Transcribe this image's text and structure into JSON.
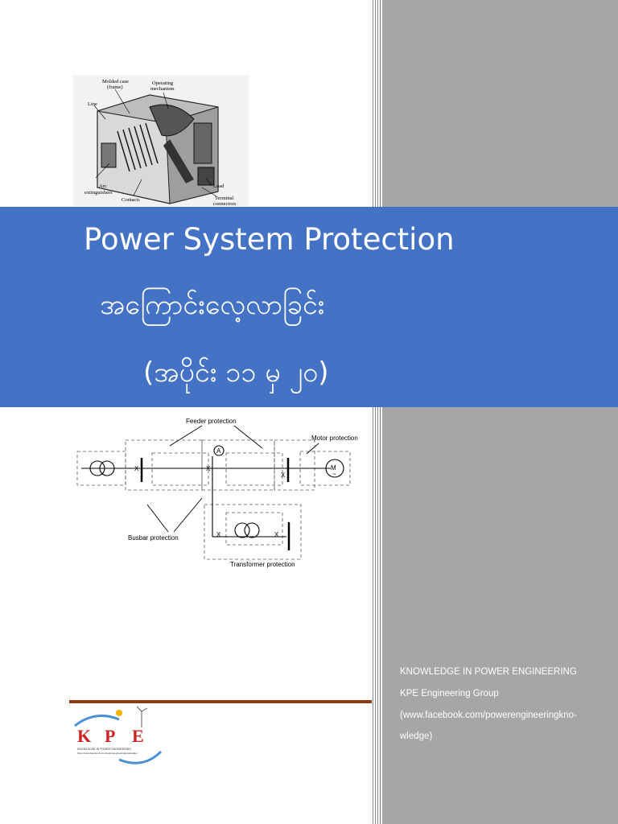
{
  "cover": {
    "title_en": "Power System Protection",
    "title_mm_line1": "အကြောင်းလေ့လာခြင်း",
    "title_mm_line2": "(အပိုင်း ၁၁ မှ ၂၀)"
  },
  "figure_top": {
    "labels": {
      "molded_case": "Molded case",
      "frame": "(frame)",
      "operating": "Operating",
      "mechanism": "mechanism",
      "line": "Line",
      "arc": "Arc",
      "extinguishers": "extinguishers",
      "contacts": "Contacts",
      "load": "Load",
      "terminal": "Terminal",
      "connectors": "connectors"
    }
  },
  "figure_bottom": {
    "labels": {
      "feeder_protection": "Feeder protection",
      "motor_protection": "Motor protection",
      "busbar_protection": "Busbar protection",
      "transformer_protection": "Transformer protection",
      "ammeter": "A",
      "motor": "M",
      "tilde": "~",
      "x_mark": "X"
    }
  },
  "logo": {
    "letter_k": "K",
    "letter_p": "P",
    "letter_e": "E",
    "tagline": "KNOWLEDGE IN POWER ENGINEERING",
    "url": "https://www.facebook.com/powerengineeringknowledge/"
  },
  "sidebar": {
    "line1": "KNOWLEDGE IN POWER ENGINEERING",
    "line2": "KPE Engineering  Group",
    "line3": "(www.facebook.com/powerengineeringkno-",
    "line4": "wledge)"
  },
  "colors": {
    "banner": "#4472c4",
    "sidebar": "#a6a6a6",
    "divider": "#8b3a14"
  }
}
